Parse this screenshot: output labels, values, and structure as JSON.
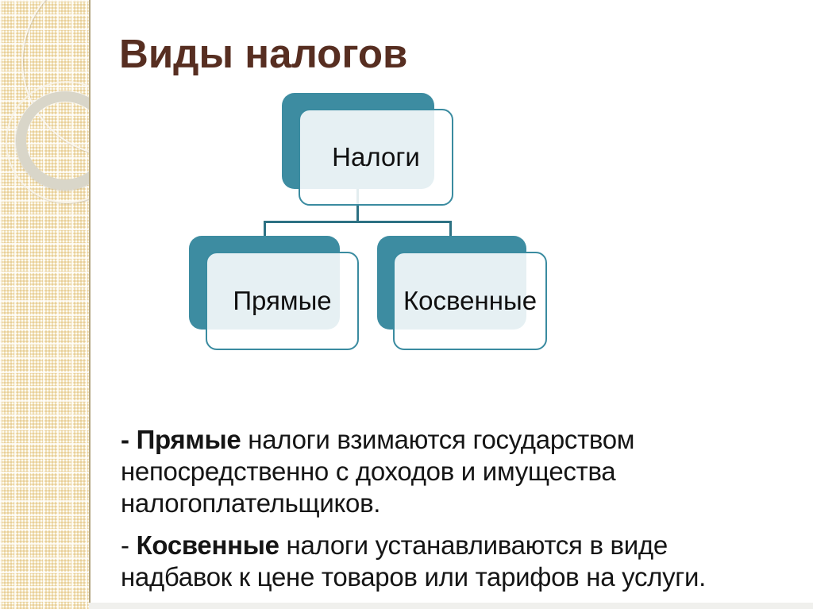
{
  "slide": {
    "title": "Виды налогов",
    "diagram": {
      "root_label": "Налоги",
      "children": [
        {
          "label": "Прямые"
        },
        {
          "label": "Косвенные"
        }
      ]
    },
    "paragraphs": [
      {
        "dash": "- ",
        "term": "Прямые",
        "rest": " налоги взимаются государством непосредственно с доходов и имущества налогоплательщиков."
      },
      {
        "dash": "- ",
        "term": "Косвенные",
        "rest": " налоги устанавливаются в виде надбавок к цене товаров или тарифов на услуги."
      }
    ],
    "colors": {
      "accent_teal": "#3d8ca1",
      "connector_teal": "#2d7183",
      "node_border": "#3a8ba0",
      "title_brown": "#572e21",
      "body_text": "#151515",
      "sidebar_beige": "#f2e2b8"
    }
  }
}
